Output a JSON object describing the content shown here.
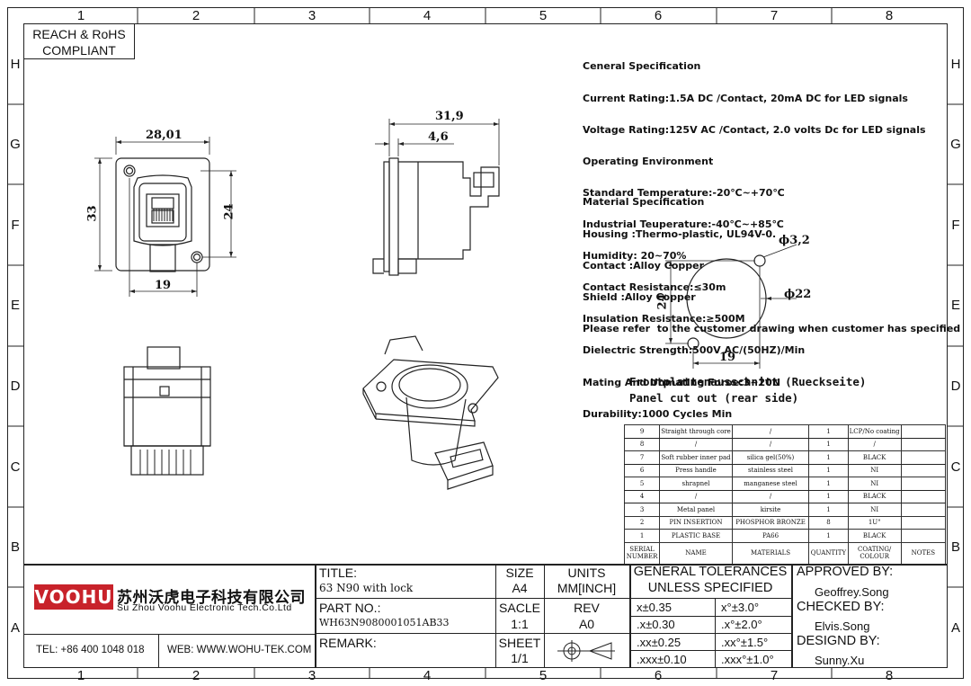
{
  "frame": {
    "columns": [
      "1",
      "2",
      "3",
      "4",
      "5",
      "6",
      "7",
      "8"
    ],
    "rows": [
      "H",
      "G",
      "F",
      "E",
      "D",
      "C",
      "B",
      "A"
    ]
  },
  "compliance": {
    "line1": "REACH & RoHS",
    "line2": "COMPLIANT"
  },
  "spec": {
    "general": [
      "Ceneral Specification",
      "Current Rating:1.5A DC /Contact, 20mA DC for LED signals",
      "Voltage Rating:125V AC /Contact, 2.0 volts Dc for LED signals",
      "Operating Environment",
      "Standard Temperature:-20℃~+70℃",
      "Industrial Teuperature:-40℃~+85℃",
      "Humidity: 20~70%",
      "Contact Resistance:≤30m",
      "Insulation Resistance:≥500M",
      "Dielectric Strength:500V AC/(50HZ)/Min",
      "Mating And Unmating Foroe:3~20N",
      "Durability:1000 Cycles Min"
    ],
    "material": [
      "Material Specification",
      "Housing :Thermo-plastic, UL94V-0.",
      "Contact :Alloy Copper",
      "Shield :Alloy Copper",
      "Please refer  to the customer drawing when customer has specified"
    ]
  },
  "dims": {
    "front_width": "28,01",
    "front_height": "33",
    "front_hole": "24",
    "front_bottom": "19",
    "side_length": "31,9",
    "side_flange": "4,6",
    "cut_hole_dia": "ϕ3,2",
    "cut_main_dia": "ϕ22",
    "cut_height": "24",
    "cut_width": "19"
  },
  "cutout": {
    "label_de": "Frontplattenausschnitt (Rueckseite)",
    "label_en": "Panel cut out (rear side)"
  },
  "bom": {
    "rows": [
      [
        "9",
        "Straight through core",
        "/",
        "1",
        "LCP/No coating",
        ""
      ],
      [
        "8",
        "/",
        "/",
        "1",
        "/",
        ""
      ],
      [
        "7",
        "Soft rubber inner pad",
        "silica gel(50%)",
        "1",
        "BLACK",
        ""
      ],
      [
        "6",
        "Press handle",
        "stainless steel",
        "1",
        "NI",
        ""
      ],
      [
        "5",
        "shrapnel",
        "manganese steel",
        "1",
        "NI",
        ""
      ],
      [
        "4",
        "/",
        "/",
        "1",
        "BLACK",
        ""
      ],
      [
        "3",
        "Metal panel",
        "kirsite",
        "1",
        "NI",
        ""
      ],
      [
        "2",
        "PIN INSERTION",
        "PHOSPHOR BRONZE",
        "8",
        "1U\"",
        ""
      ],
      [
        "1",
        "PLASTIC BASE",
        "PA66",
        "1",
        "BLACK",
        ""
      ]
    ],
    "header": [
      "SERIAL NUMBER",
      "NAME",
      "MATERIALS",
      "QUANTITY",
      "COATING/ COLOUR",
      "NOTES"
    ]
  },
  "title_block": {
    "logo": "VOOHU",
    "company_cn": "苏州沃虎电子科技有限公司",
    "company_en": "Su Zhou Voohu Electronic Tech.Co.Ltd",
    "tel": "TEL: +86 400 1048 018",
    "web": "WEB: WWW.WOHU-TEK.COM",
    "title_label": "TITLE:",
    "title_value": "63 N90 with lock",
    "partno_label": "PART NO.:",
    "partno_value": "WH63N9080001051AB33",
    "remark_label": "REMARK:",
    "size_label": "SIZE",
    "size_value": "A4",
    "scale_label": "SACLE",
    "scale_value": "1:1",
    "sheet_label": "SHEET",
    "sheet_value": "1/1",
    "units_label": "UNITS",
    "units_value": "MM[INCH]",
    "rev_label": "REV",
    "rev_value": "A0",
    "tol_title1": "GENERAL TOLERANCES",
    "tol_title2": "UNLESS SPECIFIED",
    "tol": [
      [
        "x±0.35",
        "x°±3.0°"
      ],
      [
        ".x±0.30",
        ".x°±2.0°"
      ],
      [
        ".xx±0.25",
        ".xx°±1.5°"
      ],
      [
        ".xxx±0.10",
        ".xxx°±1.0°"
      ]
    ],
    "approved_label": "APPROVED BY:",
    "approved_value": "Geoffrey.Song",
    "checked_label": "CHECKED BY:",
    "checked_value": "Elvis.Song",
    "designed_label": "DESIGND BY:",
    "designed_value": "Sunny.Xu"
  },
  "colors": {
    "logo_red": "#c8222a",
    "ink": "#111111"
  }
}
